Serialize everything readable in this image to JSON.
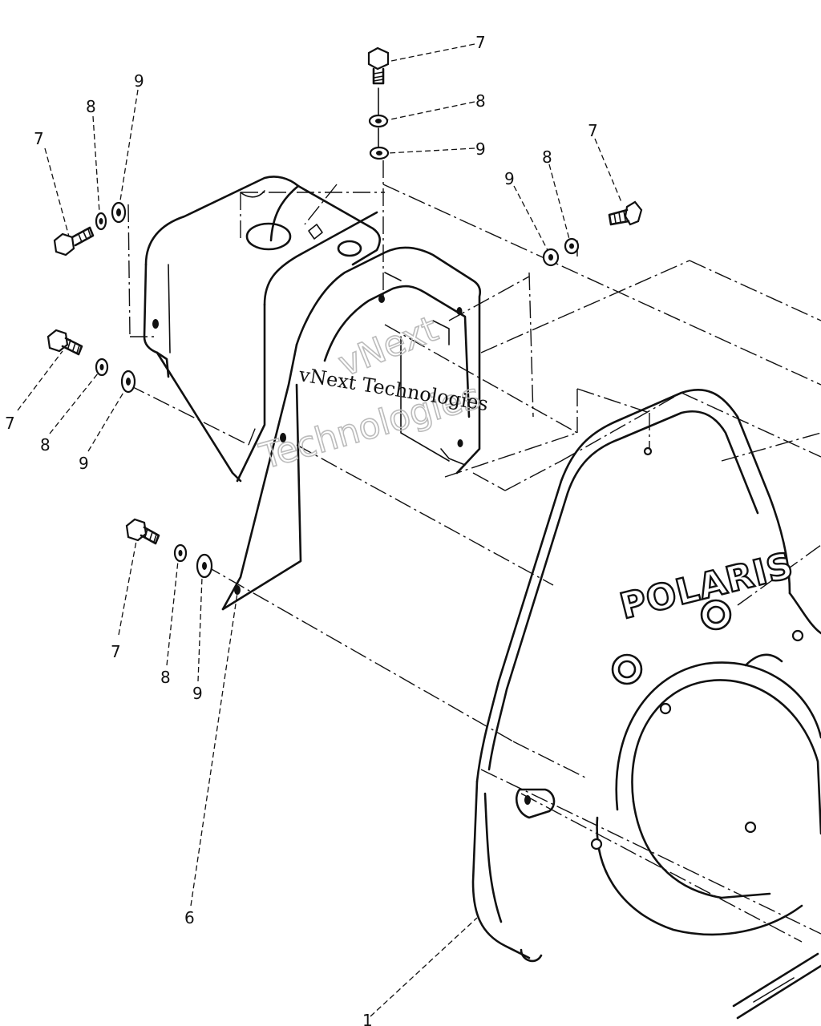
{
  "diagram": {
    "brand_label": "POLARIS",
    "watermark_primary": "vNext Technologies",
    "watermark_secondary_top": "vNext",
    "watermark_secondary_bottom": "Technologies",
    "callouts": [
      {
        "id": "c7a",
        "text": "7"
      },
      {
        "id": "c8a",
        "text": "8"
      },
      {
        "id": "c9a",
        "text": "9"
      },
      {
        "id": "c7b",
        "text": "7"
      },
      {
        "id": "c8b",
        "text": "8"
      },
      {
        "id": "c9b",
        "text": "9"
      },
      {
        "id": "c9c",
        "text": "9"
      },
      {
        "id": "c8c",
        "text": "8"
      },
      {
        "id": "c7c",
        "text": "7"
      },
      {
        "id": "c7d",
        "text": "7"
      },
      {
        "id": "c8d",
        "text": "8"
      },
      {
        "id": "c9d",
        "text": "9"
      },
      {
        "id": "c7e",
        "text": "7"
      },
      {
        "id": "c8e",
        "text": "8"
      },
      {
        "id": "c9e",
        "text": "9"
      },
      {
        "id": "c6",
        "text": "6"
      },
      {
        "id": "c1",
        "text": "1"
      }
    ]
  }
}
